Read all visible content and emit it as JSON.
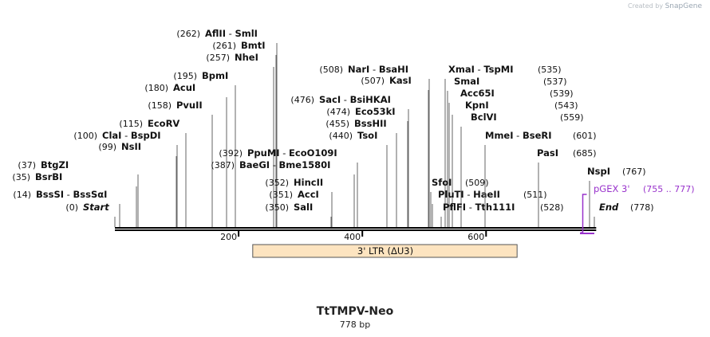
{
  "credit": {
    "prefix": "Created by",
    "brand": "SnapGene"
  },
  "plasmid": {
    "name": "TtTMPV-Neo",
    "length_label": "778 bp",
    "length": 778
  },
  "axis": {
    "ticks": [
      200,
      400,
      600
    ]
  },
  "feature": {
    "label": "3' LTR (ΔU3)",
    "start": 228,
    "end": 654,
    "color": "#fde4c0"
  },
  "primer": {
    "name": "pGEX 3'",
    "range": "(755 .. 777)",
    "pos": 755,
    "color": "#9933cc"
  },
  "sites": [
    {
      "pos": 14,
      "posText": "(14)",
      "names": [
        "BssSI",
        "BssSαI"
      ]
    },
    {
      "pos": 0,
      "posText": "(0)",
      "names": [
        "Start"
      ],
      "italic": true
    },
    {
      "pos": 35,
      "posText": "(35)",
      "names": [
        "BsrBI"
      ]
    },
    {
      "pos": 37,
      "posText": "(37)",
      "names": [
        "BtgZI"
      ]
    },
    {
      "pos": 99,
      "posText": "(99)",
      "names": [
        "NsII"
      ]
    },
    {
      "pos": 100,
      "posText": "(100)",
      "names": [
        "ClaI",
        "BspDI"
      ]
    },
    {
      "pos": 115,
      "posText": "(115)",
      "names": [
        "EcoRV"
      ]
    },
    {
      "pos": 158,
      "posText": "(158)",
      "names": [
        "PvuII"
      ]
    },
    {
      "pos": 180,
      "posText": "(180)",
      "names": [
        "AcuI"
      ]
    },
    {
      "pos": 195,
      "posText": "(195)",
      "names": [
        "BpmI"
      ]
    },
    {
      "pos": 257,
      "posText": "(257)",
      "names": [
        "NheI"
      ]
    },
    {
      "pos": 261,
      "posText": "(261)",
      "names": [
        "BmtI"
      ]
    },
    {
      "pos": 262,
      "posText": "(262)",
      "names": [
        "AflII",
        "SmlI"
      ]
    },
    {
      "pos": 392,
      "posText": "(392)",
      "names": [
        "PpuMI",
        "EcoO109I"
      ]
    },
    {
      "pos": 387,
      "posText": "(387)",
      "names": [
        "BaeGI",
        "Bme1580I"
      ]
    },
    {
      "pos": 352,
      "posText": "(352)",
      "names": [
        "HincII"
      ]
    },
    {
      "pos": 351,
      "posText": "(351)",
      "names": [
        "AccI"
      ]
    },
    {
      "pos": 350,
      "posText": "(350)",
      "names": [
        "SalI"
      ]
    },
    {
      "pos": 508,
      "posText": "(508)",
      "names": [
        "NarI",
        "BsaHI"
      ]
    },
    {
      "pos": 507,
      "posText": "(507)",
      "names": [
        "KasI"
      ]
    },
    {
      "pos": 476,
      "posText": "(476)",
      "names": [
        "SacI",
        "BsiHKAI"
      ]
    },
    {
      "pos": 474,
      "posText": "(474)",
      "names": [
        "Eco53kI"
      ]
    },
    {
      "pos": 455,
      "posText": "(455)",
      "names": [
        "BssHII"
      ]
    },
    {
      "pos": 440,
      "posText": "(440)",
      "names": [
        "TsoI"
      ]
    },
    {
      "pos": 535,
      "posText": "(535)",
      "names": [
        "XmaI",
        "TspMI"
      ]
    },
    {
      "pos": 537,
      "posText": "(537)",
      "names": [
        "SmaI"
      ]
    },
    {
      "pos": 539,
      "posText": "(539)",
      "names": [
        "Acc65I"
      ]
    },
    {
      "pos": 543,
      "posText": "(543)",
      "names": [
        "KpnI"
      ]
    },
    {
      "pos": 559,
      "posText": "(559)",
      "names": [
        "BclVI"
      ]
    },
    {
      "pos": 509,
      "posText": "(509)",
      "names": [
        "SfoI"
      ]
    },
    {
      "pos": 511,
      "posText": "(511)",
      "names": [
        "PluTI",
        "HaeII"
      ]
    },
    {
      "pos": 528,
      "posText": "(528)",
      "names": [
        "PflFI",
        "Tth111I"
      ]
    },
    {
      "pos": 601,
      "posText": "(601)",
      "names": [
        "MmeI",
        "BseRI"
      ]
    },
    {
      "pos": 685,
      "posText": "(685)",
      "names": [
        "PasI"
      ]
    },
    {
      "pos": 767,
      "posText": "(767)",
      "names": [
        "NspI"
      ]
    },
    {
      "pos": 778,
      "posText": "(778)",
      "names": [
        "End"
      ],
      "italic": true
    }
  ]
}
